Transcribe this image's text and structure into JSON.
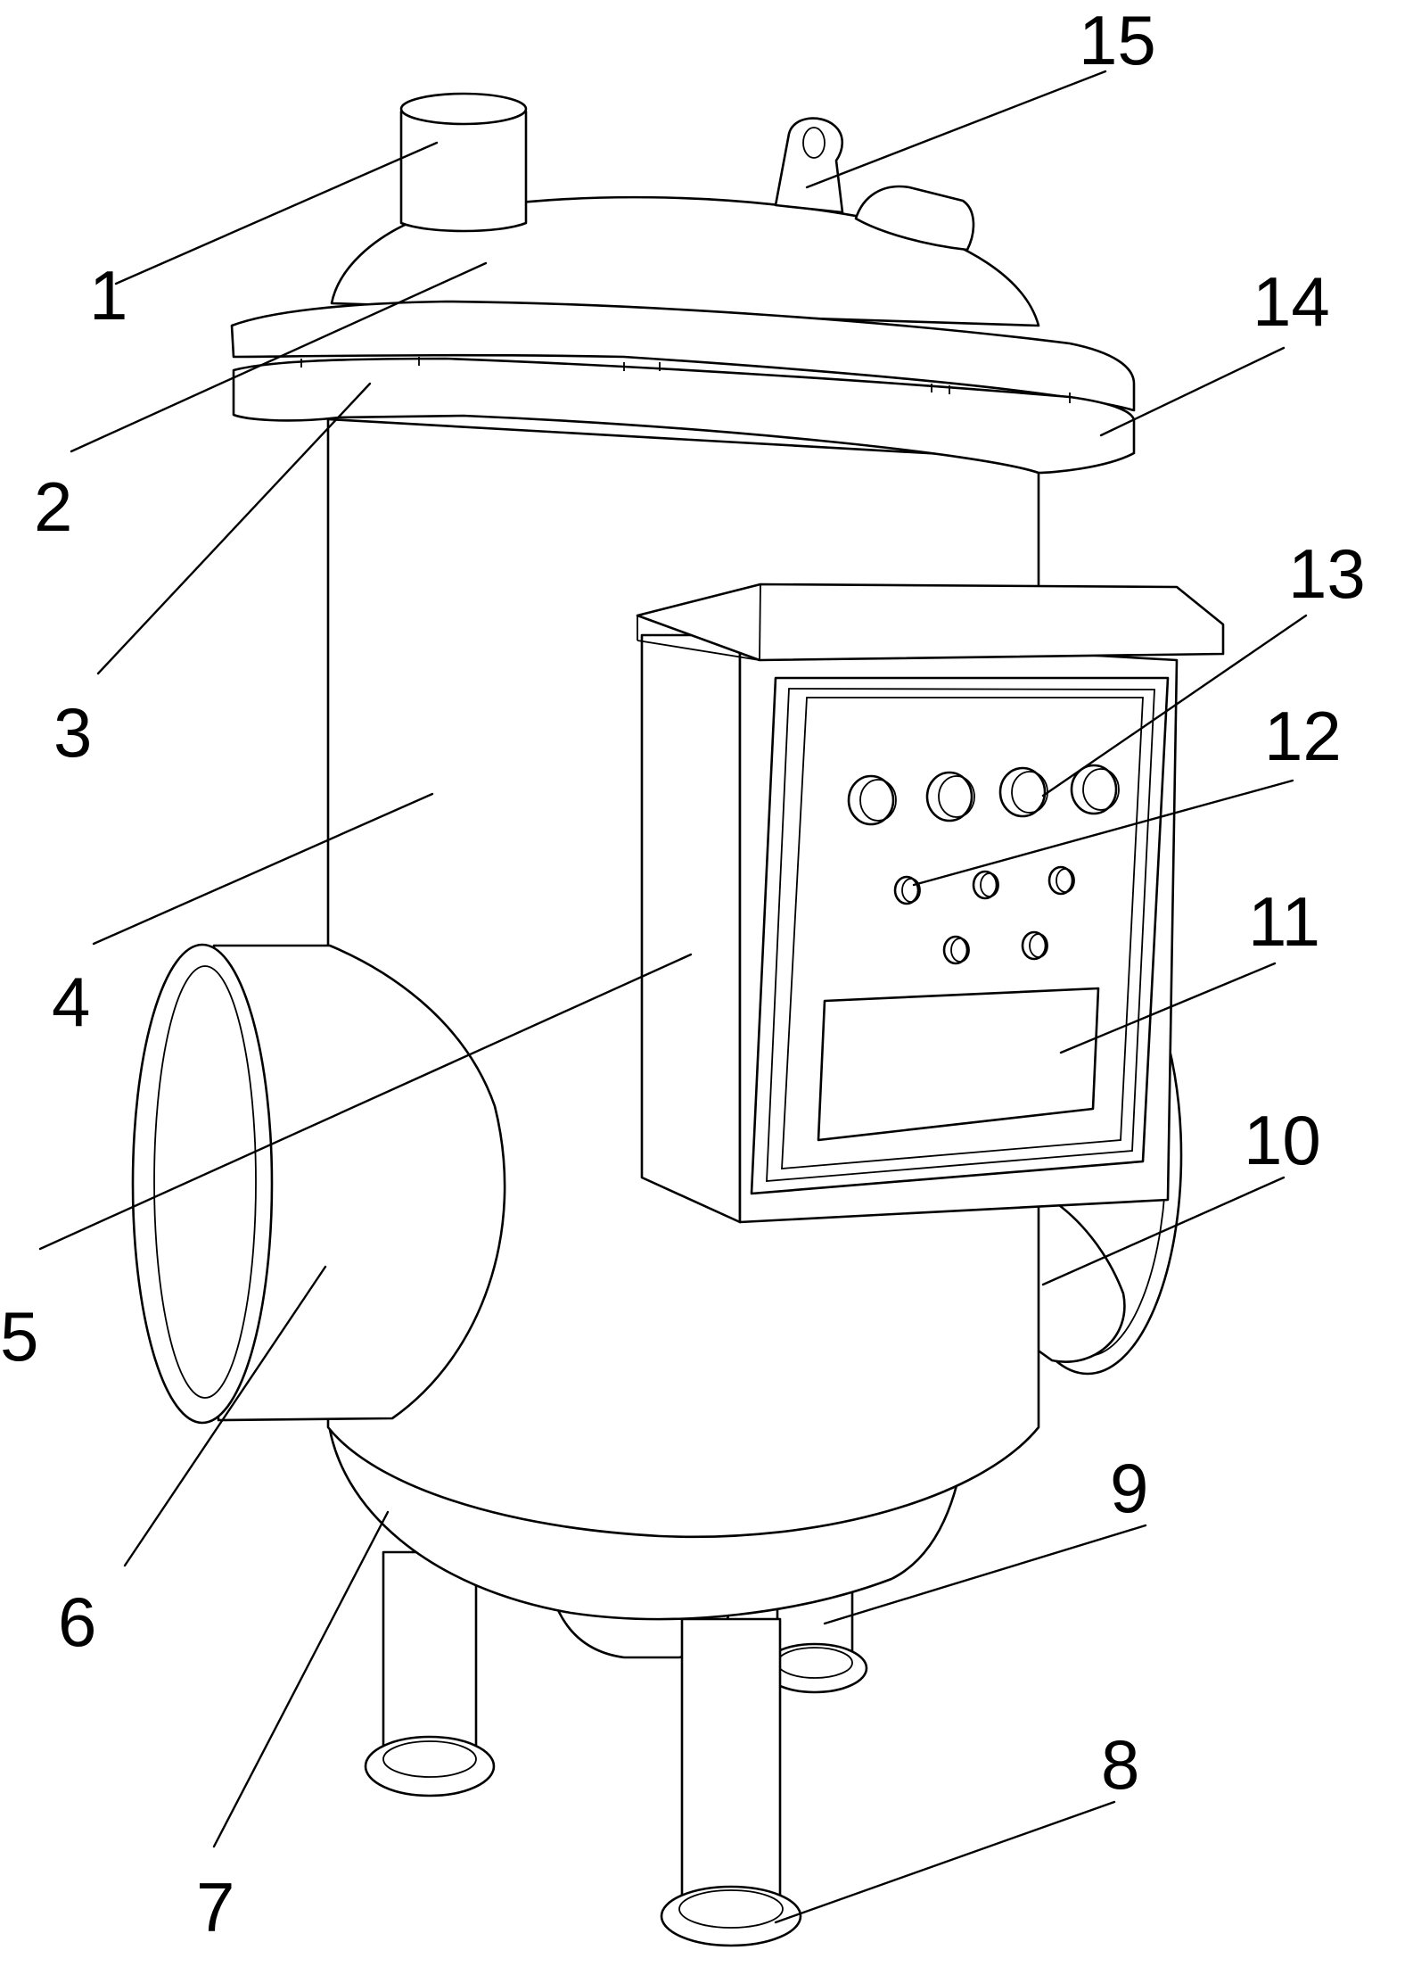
{
  "figure": {
    "labels": {
      "l1": "1",
      "l2": "2",
      "l3": "3",
      "l4": "4",
      "l5": "5",
      "l6": "6",
      "l7": "7",
      "l8": "8",
      "l9": "9",
      "l10": "10",
      "l11": "11",
      "l12": "12",
      "l13": "13",
      "l14": "14",
      "l15": "15"
    },
    "colors": {
      "line": "#000000",
      "fill": "#ffffff"
    }
  }
}
